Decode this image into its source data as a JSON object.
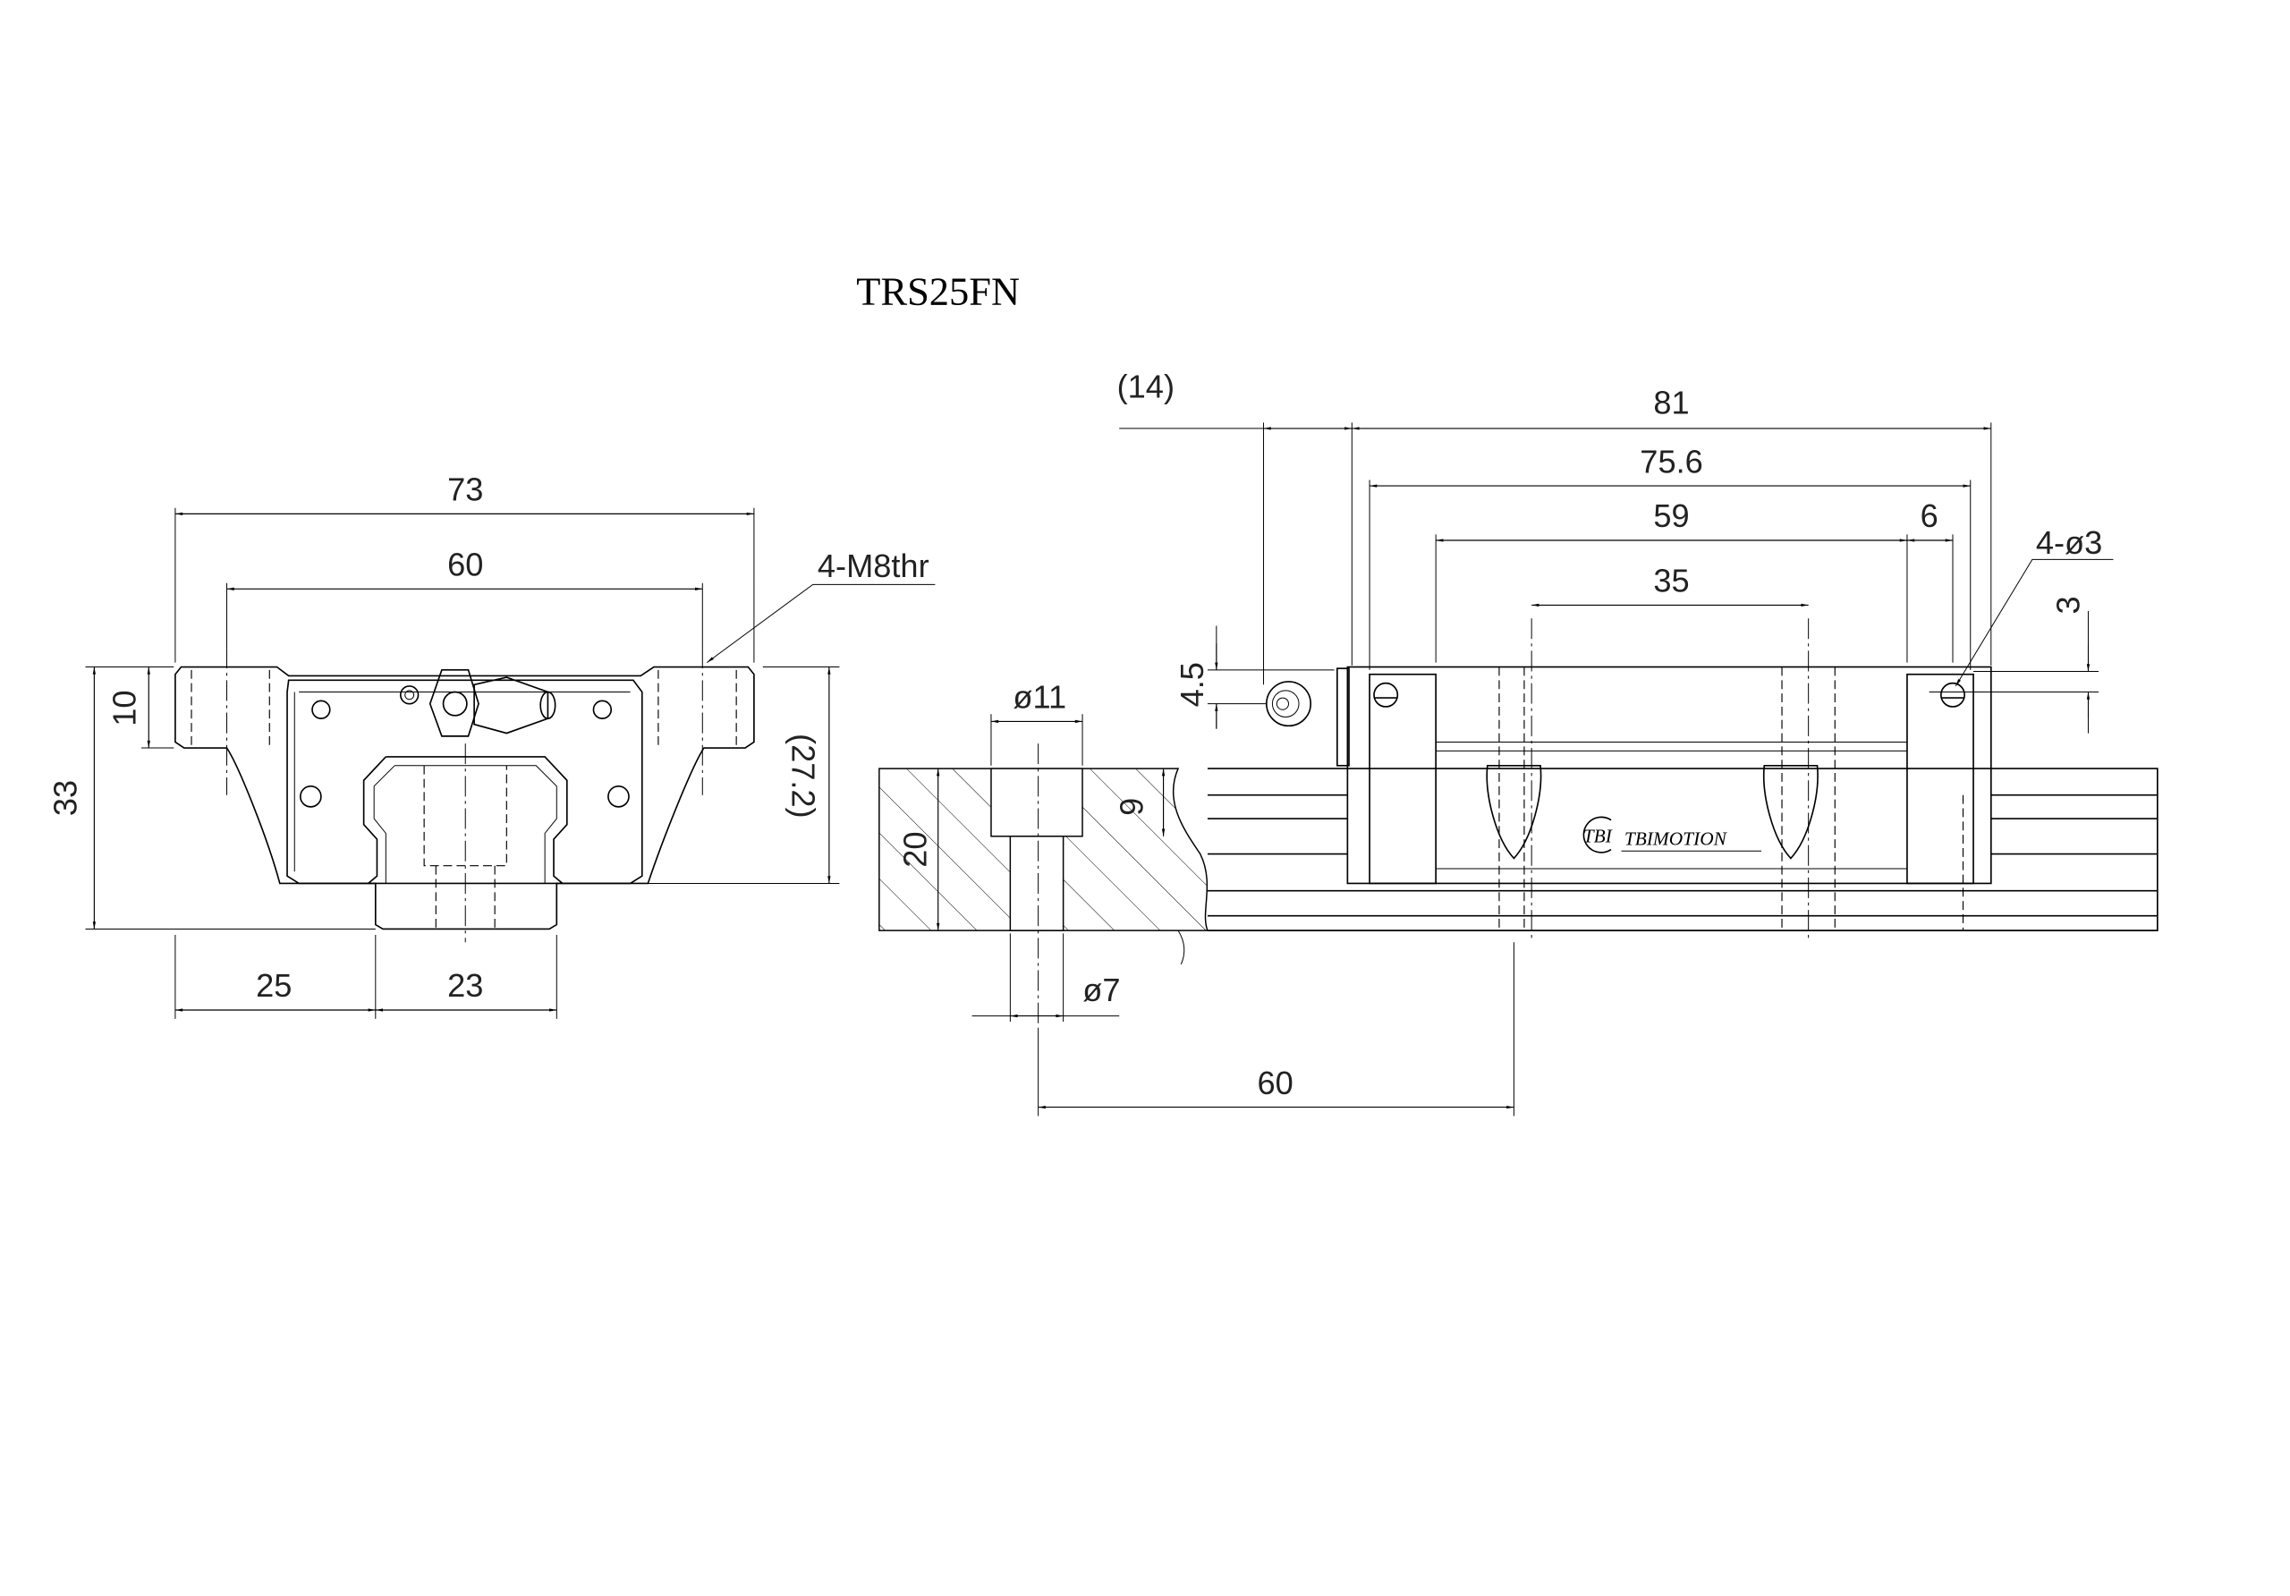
{
  "title": "TRS25FN",
  "front_view": {
    "dims": {
      "width_overall": "73",
      "hole_pitch": "60",
      "thread_callout": "4-M8thr",
      "height_total": "33",
      "flange_thickness": "10",
      "block_height": "(27.2)",
      "rail_offset": "25",
      "rail_width": "23"
    }
  },
  "rail_section": {
    "dims": {
      "counterbore_dia": "ø11",
      "hole_dia": "ø7",
      "rail_height": "20",
      "counterbore_depth": "9",
      "hole_pitch": "60"
    }
  },
  "side_view": {
    "dims": {
      "nipple_length": "(14)",
      "block_length": "81",
      "body_length_caps": "75.6",
      "steel_body_length": "59",
      "cap_offset": "6",
      "hole_spacing": "35",
      "side_holes": "4-ø3",
      "side_hole_height": "3",
      "nipple_height": "4.5"
    },
    "logo_text": "TBIMOTION",
    "logo_mark": "TBI"
  }
}
